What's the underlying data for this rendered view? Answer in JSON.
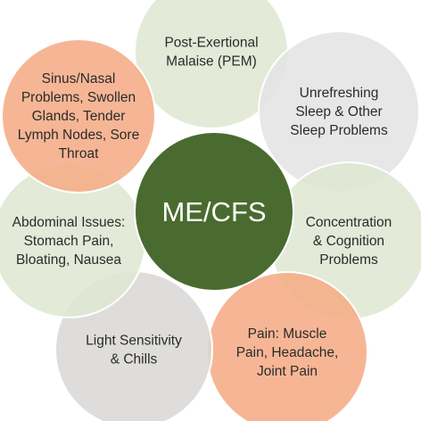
{
  "diagram": {
    "center": {
      "label": "ME/CFS",
      "color": "#4a6b2f"
    },
    "nodes": [
      {
        "id": "pem",
        "lines": [
          "Post-Exertional",
          "Malaise (PEM)"
        ],
        "color": "#dfe7d2"
      },
      {
        "id": "sleep",
        "lines": [
          "Unrefreshing",
          "Sleep & Other",
          "Sleep Problems"
        ],
        "color": "#e4e4e4"
      },
      {
        "id": "concentration",
        "lines": [
          "Concentration",
          "& Cognition",
          "Problems"
        ],
        "color": "#dfe7d2"
      },
      {
        "id": "pain",
        "lines": [
          "Pain: Muscle",
          "Pain, Headache,",
          "Joint Pain"
        ],
        "color": "#f5ac86"
      },
      {
        "id": "light",
        "lines": [
          "Light Sensitivity",
          "& Chills"
        ],
        "color": "#d9d8d6"
      },
      {
        "id": "abdominal",
        "lines": [
          "Abdominal Issues:",
          "Stomach Pain,",
          "Bloating, Nausea"
        ],
        "color": "#dfe7d2"
      },
      {
        "id": "sinus",
        "lines": [
          "Sinus/Nasal",
          "Problems, Swollen",
          "Glands, Tender",
          "Lymph Nodes, Sore",
          "Throat"
        ],
        "color": "#f5ac86"
      }
    ]
  }
}
